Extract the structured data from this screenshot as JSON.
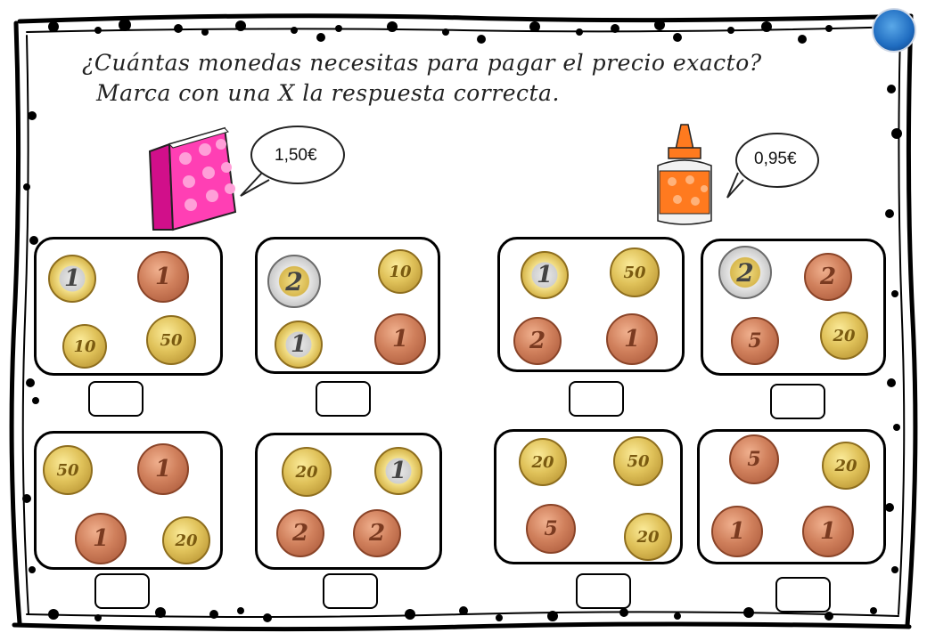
{
  "instructions": {
    "line1": "¿Cuántas monedas necesitas para pagar el precio exacto?",
    "line2": "Marca con una X la respuesta correcta."
  },
  "items": [
    {
      "name": "book",
      "price": "1,50€"
    },
    {
      "name": "glue",
      "price": "0,95€"
    }
  ],
  "colors": {
    "book_pink": "#ff3fb4",
    "book_dark": "#d10f8a",
    "glue_orange": "#ff7a1f",
    "copper": "#c46b47",
    "gold": "#e0c25a"
  },
  "options": [
    {
      "coins": [
        {
          "value": "1",
          "metal": "bimetal-gold"
        },
        {
          "value": "1",
          "metal": "copper"
        },
        {
          "value": "10",
          "metal": "gold"
        },
        {
          "value": "50",
          "metal": "gold"
        }
      ]
    },
    {
      "coins": [
        {
          "value": "2",
          "metal": "bimetal-silver"
        },
        {
          "value": "10",
          "metal": "gold"
        },
        {
          "value": "1",
          "metal": "bimetal-gold"
        },
        {
          "value": "1",
          "metal": "copper"
        }
      ]
    },
    {
      "coins": [
        {
          "value": "1",
          "metal": "bimetal-gold"
        },
        {
          "value": "50",
          "metal": "gold"
        },
        {
          "value": "2",
          "metal": "copper"
        },
        {
          "value": "1",
          "metal": "copper"
        }
      ]
    },
    {
      "coins": [
        {
          "value": "2",
          "metal": "bimetal-silver"
        },
        {
          "value": "2",
          "metal": "copper"
        },
        {
          "value": "5",
          "metal": "copper"
        },
        {
          "value": "20",
          "metal": "gold"
        }
      ]
    },
    {
      "coins": [
        {
          "value": "50",
          "metal": "gold"
        },
        {
          "value": "1",
          "metal": "copper"
        },
        {
          "value": "1",
          "metal": "copper"
        },
        {
          "value": "20",
          "metal": "gold"
        }
      ]
    },
    {
      "coins": [
        {
          "value": "20",
          "metal": "gold"
        },
        {
          "value": "1",
          "metal": "bimetal-gold"
        },
        {
          "value": "2",
          "metal": "copper"
        },
        {
          "value": "2",
          "metal": "copper"
        }
      ]
    },
    {
      "coins": [
        {
          "value": "20",
          "metal": "gold"
        },
        {
          "value": "50",
          "metal": "gold"
        },
        {
          "value": "5",
          "metal": "copper"
        },
        {
          "value": "20",
          "metal": "gold"
        }
      ]
    },
    {
      "coins": [
        {
          "value": "5",
          "metal": "copper"
        },
        {
          "value": "20",
          "metal": "gold"
        },
        {
          "value": "1",
          "metal": "copper"
        },
        {
          "value": "1",
          "metal": "copper"
        }
      ]
    }
  ]
}
